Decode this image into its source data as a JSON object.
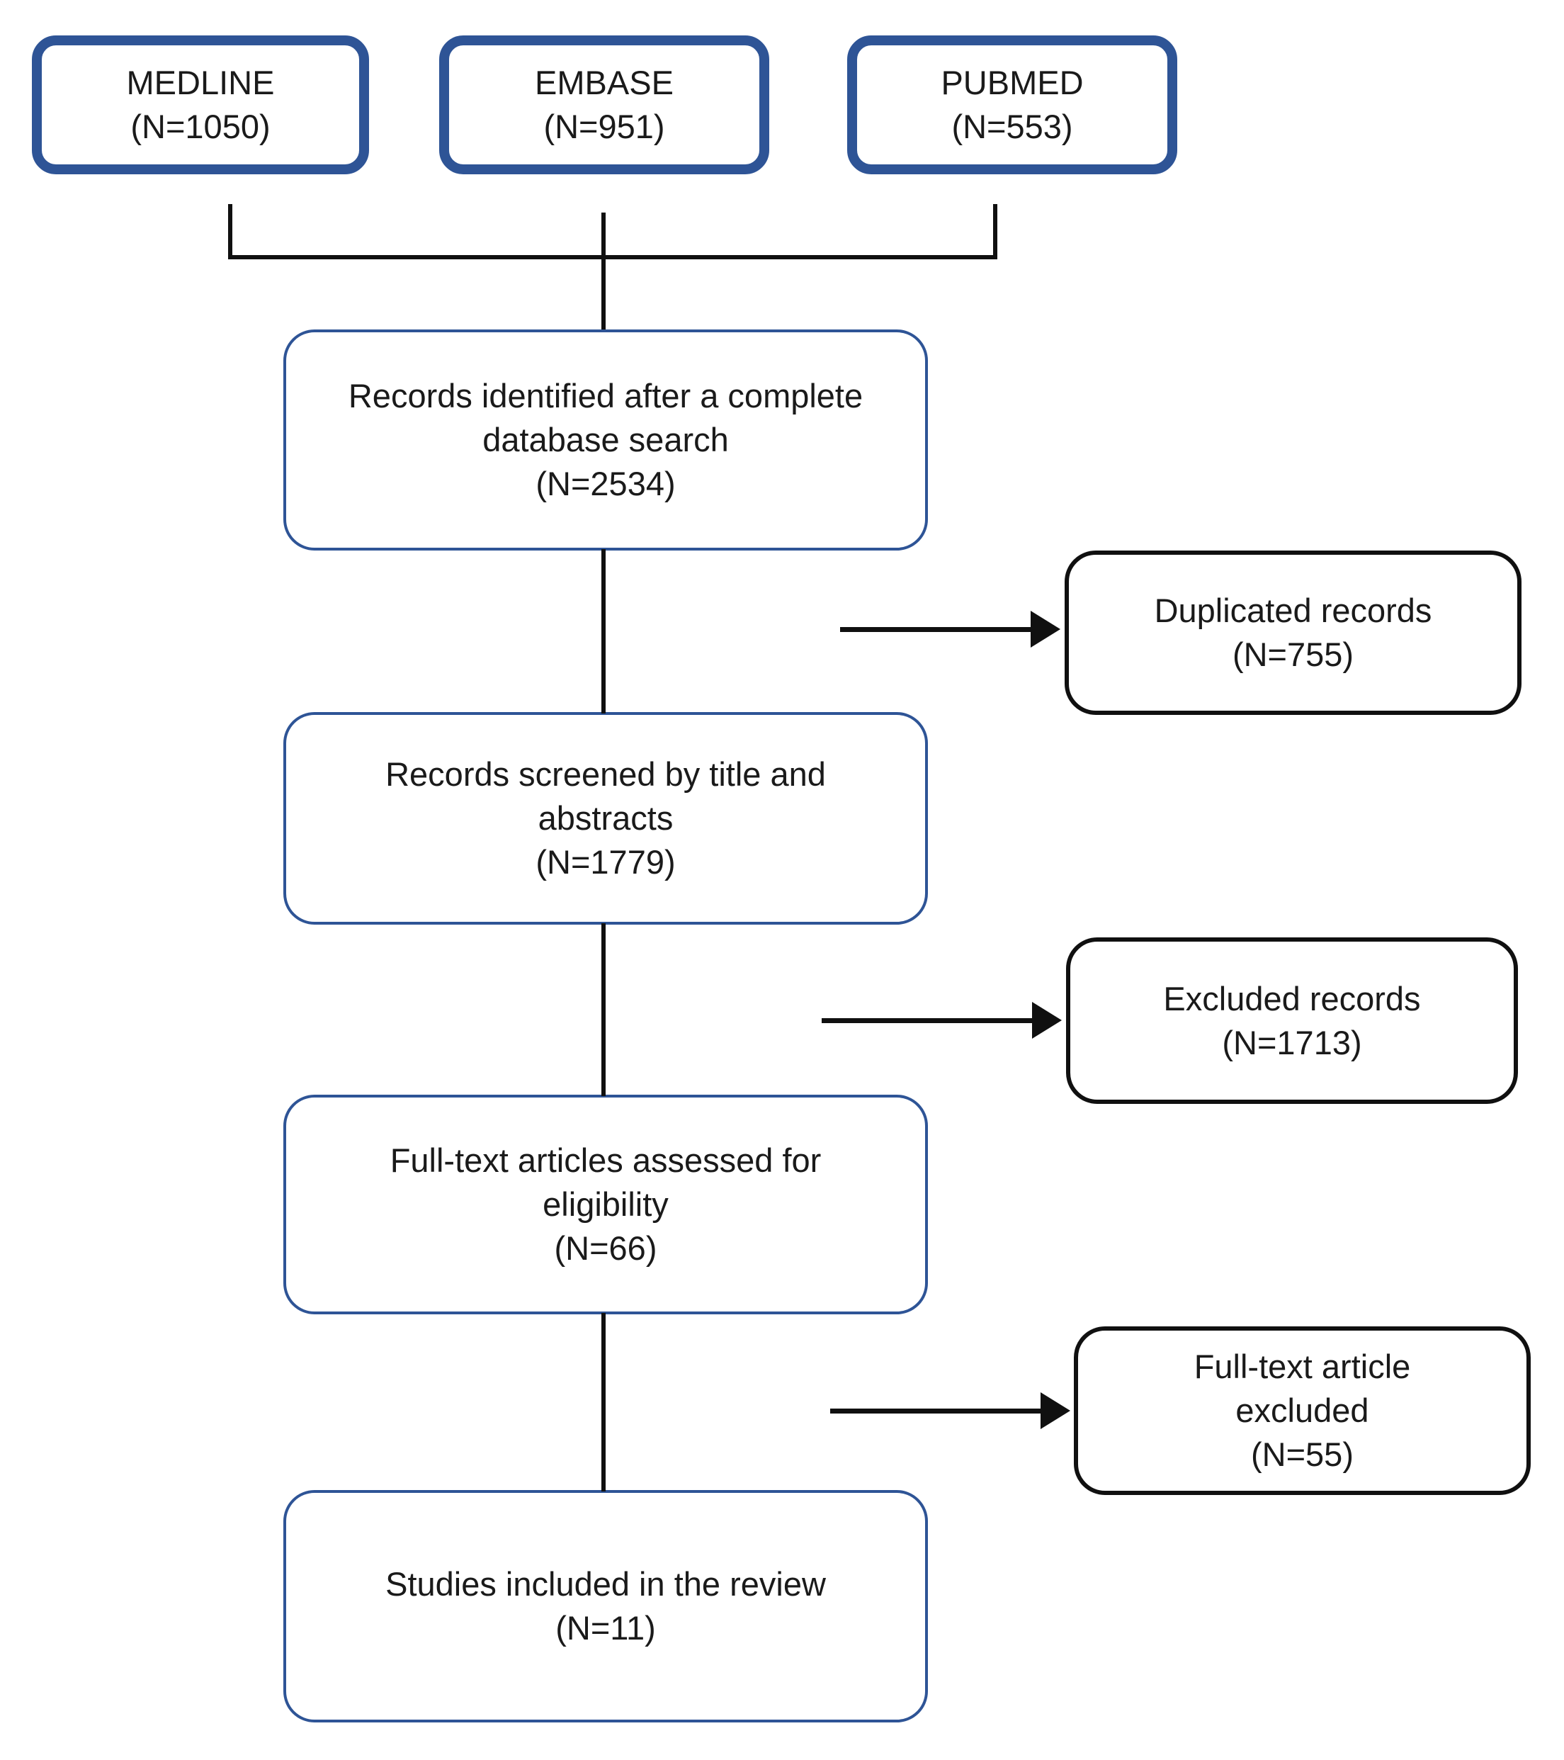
{
  "diagram": {
    "type": "prisma-flow-diagram",
    "title": "",
    "colors": {
      "source_box_border": "#2e5496",
      "main_box_border": "#2e5496",
      "side_box_border": "#101010",
      "connector": "#101010",
      "background": "#ffffff",
      "text": "#1a1a1a"
    },
    "sources": [
      {
        "id": "medline",
        "label": "MEDLINE",
        "count_label": "(N=1050)",
        "count": 1050
      },
      {
        "id": "embase",
        "label": "EMBASE",
        "count_label": "(N=951)",
        "count": 951
      },
      {
        "id": "pubmed",
        "label": "PUBMED",
        "count_label": "(N=553)",
        "count": 553
      }
    ],
    "stages": [
      {
        "id": "identified",
        "text": "Records identified after a complete\ndatabase search",
        "count_label": "(N=2534)",
        "count": 2534
      },
      {
        "id": "screened",
        "text": "Records screened by title and\nabstracts",
        "count_label": "(N=1779)",
        "count": 1779
      },
      {
        "id": "fulltext-assessed",
        "text": "Full-text articles assessed for\neligibility",
        "count_label": "(N=66)",
        "count": 66
      },
      {
        "id": "included",
        "text": "Studies included in the review",
        "count_label": "(N=11)",
        "count": 11
      }
    ],
    "exclusions": [
      {
        "id": "duplicates",
        "text": "Duplicated records",
        "count_label": "(N=755)",
        "count": 755
      },
      {
        "id": "excluded-records",
        "text": "Excluded records",
        "count_label": "(N=1713)",
        "count": 1713
      },
      {
        "id": "fulltext-excluded",
        "text": "Full-text article\nexcluded",
        "count_label": "(N=55)",
        "count": 55
      }
    ]
  }
}
